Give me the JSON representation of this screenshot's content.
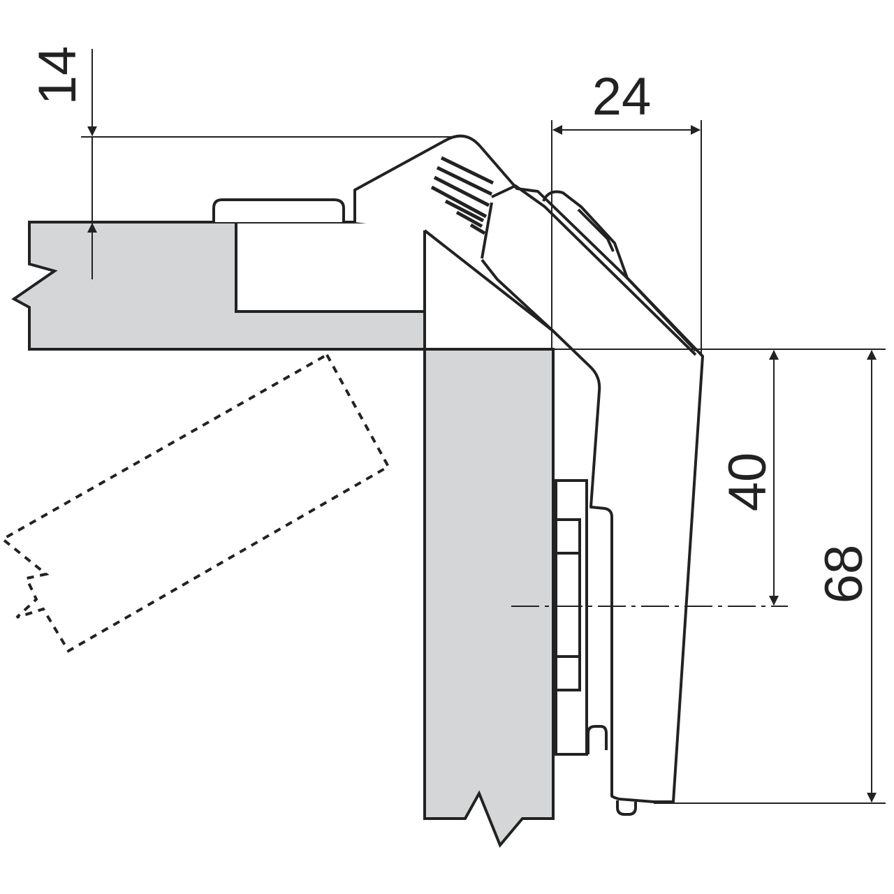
{
  "dimensions": {
    "top_offset": "14",
    "horizontal_width": "24",
    "vertical_mid": "40",
    "vertical_total": "68"
  },
  "colors": {
    "panel_fill": "#d4d6d8",
    "line": "#222222",
    "background": "#ffffff"
  }
}
